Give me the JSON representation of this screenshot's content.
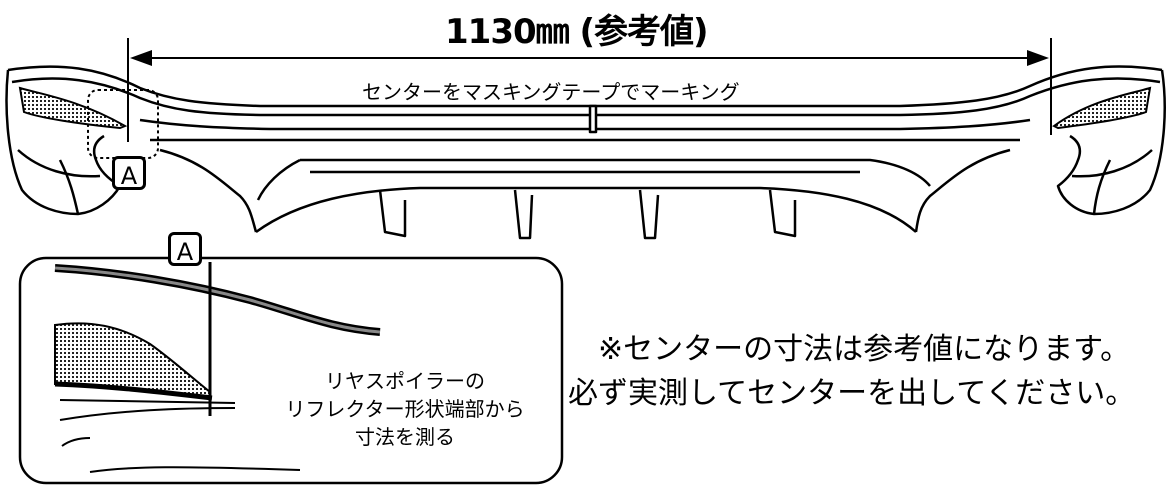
{
  "dimension": {
    "label": "1130㎜ (参考値)"
  },
  "center_note": "センターをマスキングテープでマーキング",
  "detail_tag": "A",
  "detail_callout": {
    "line1": "リヤスポイラーの",
    "line2": "リフレクター形状端部から",
    "line3": "寸法を測る"
  },
  "note": {
    "line1": "※センターの寸法は参考値になります。",
    "line2": "必ず実測してセンターを出してください。"
  }
}
